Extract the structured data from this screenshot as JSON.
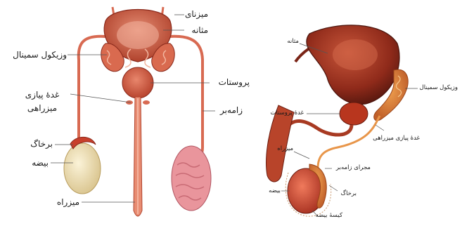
{
  "left_diagram": {
    "labels": {
      "ureter": "میزنای",
      "bladder": "مثانه",
      "seminal_vesicle": "وزیکول سمینال",
      "prostate": "پروستات",
      "bulbourethral": "غدهٔ پیازی میزراهی",
      "vas_deferens": "زامه‌بر",
      "epididymis": "برخاگ",
      "testis": "بیضه",
      "urethra": "میزراه"
    }
  },
  "right_diagram": {
    "labels": {
      "bladder": "مثانه",
      "seminal_vesicle": "وزیکول سمینال",
      "prostate": "غدهٔ پروستات",
      "bulbourethral": "غدهٔ پیازی میزراهی",
      "urethra": "میزراه",
      "vas_deferens": "مجرای زامه‌بر",
      "testis": "بیضه",
      "epididymis": "برخاگ",
      "scrotum": "کیسهٔ بیضه"
    }
  },
  "colors": {
    "tissue_dark": "#8a2a1c",
    "tissue_mid": "#c24a32",
    "tissue_light": "#e58d74",
    "duct": "#d86a52",
    "testis_cream": "#efe2b8",
    "pink_testis": "#e9959c",
    "leader": "#555555"
  }
}
